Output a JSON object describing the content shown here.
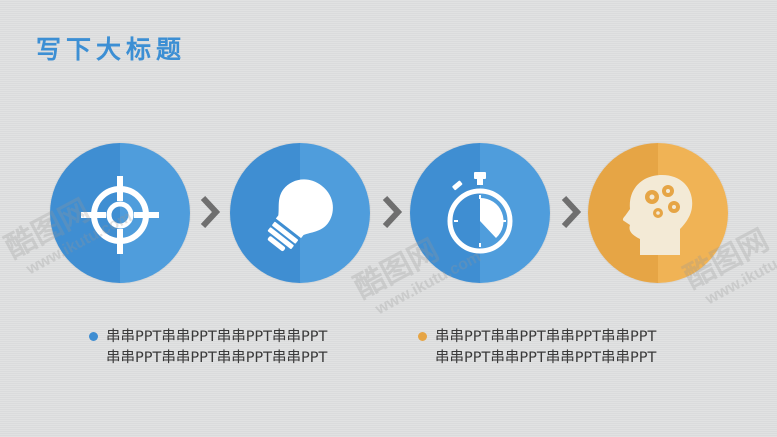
{
  "title": "写下大标题",
  "colors": {
    "blue": "#3f8ed2",
    "blue_light": "#4f9ddc",
    "orange": "#e6a545",
    "orange_light": "#f0b355",
    "chevron": "#6f6f6f"
  },
  "steps": [
    {
      "icon": "target-icon",
      "color": "blue"
    },
    {
      "icon": "lightbulb-icon",
      "color": "blue"
    },
    {
      "icon": "stopwatch-icon",
      "color": "blue"
    },
    {
      "icon": "head-gears-icon",
      "color": "orange"
    }
  ],
  "text_blocks": [
    {
      "color": "blue",
      "lines": [
        "串串PPT串串PPT串串PPT串串PPT",
        "串串PPT串串PPT串串PPT串串PPT"
      ]
    },
    {
      "color": "orange",
      "lines": [
        "串串PPT串串PPT串串PPT串串PPT",
        "串串PPT串串PPT串串PPT串串PPT"
      ]
    }
  ],
  "watermark": {
    "brand": "酷图网",
    "url": "www.ikutu.com"
  }
}
